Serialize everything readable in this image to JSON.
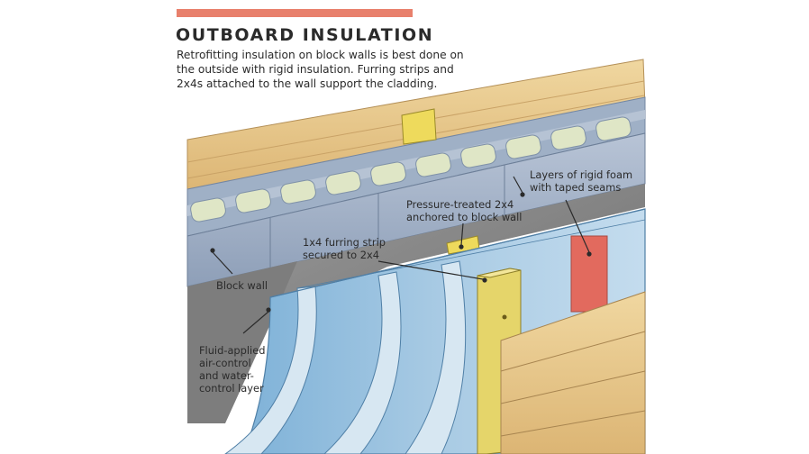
{
  "header": {
    "title": "OUTBOARD INSULATION",
    "description_lines": [
      "Retrofitting insulation on block walls is best done on",
      "the outside with rigid insulation. Furring strips and",
      "2x4s attached to the wall support the cladding."
    ]
  },
  "callouts": {
    "rigid_foam": [
      "Layers of rigid foam",
      "with taped seams"
    ],
    "pressure_treated": [
      "Pressure-treated 2x4",
      "anchored to block wall"
    ],
    "furring_strip": [
      "1x4 furring strip",
      "secured to 2x4"
    ],
    "block_wall": [
      "Block wall"
    ],
    "fluid_applied": [
      "Fluid-applied",
      "air-control",
      "and water-",
      "control layer"
    ]
  },
  "colors": {
    "accent": "#e8806c",
    "block": "#9fb0c6",
    "foam": "#a9cbe4",
    "wood": "#e8c888",
    "pressure_treated": "#eeda5c",
    "foam_sample": "#e26a5e",
    "wall_coating": "#8a8a8a"
  }
}
